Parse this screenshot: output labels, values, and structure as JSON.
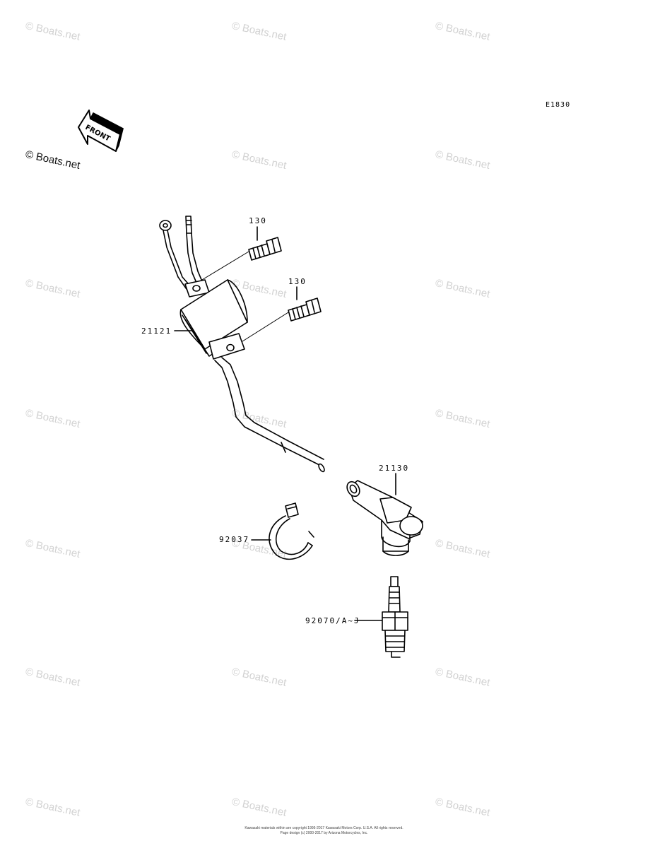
{
  "watermark_text": "© Boats.net",
  "diagram_code": "E1830",
  "front_label": "FRONT",
  "parts": [
    {
      "number": "130",
      "name_key": "bolt-upper"
    },
    {
      "number": "130",
      "name_key": "bolt-lower"
    },
    {
      "number": "21121",
      "name_key": "ignition-coil"
    },
    {
      "number": "21130",
      "name_key": "plug-cap"
    },
    {
      "number": "92037",
      "name_key": "clamp"
    },
    {
      "number": "92070/A~J",
      "name_key": "spark-plug"
    }
  ],
  "footer": {
    "line1": "Kawasaki materials within are copyright 1995-2017 Kawasaki Motors Corp. U.S.A. All rights reserved.",
    "line2": "Page design (c) 2000-2017 by Arizona Motorcycles, Inc."
  }
}
